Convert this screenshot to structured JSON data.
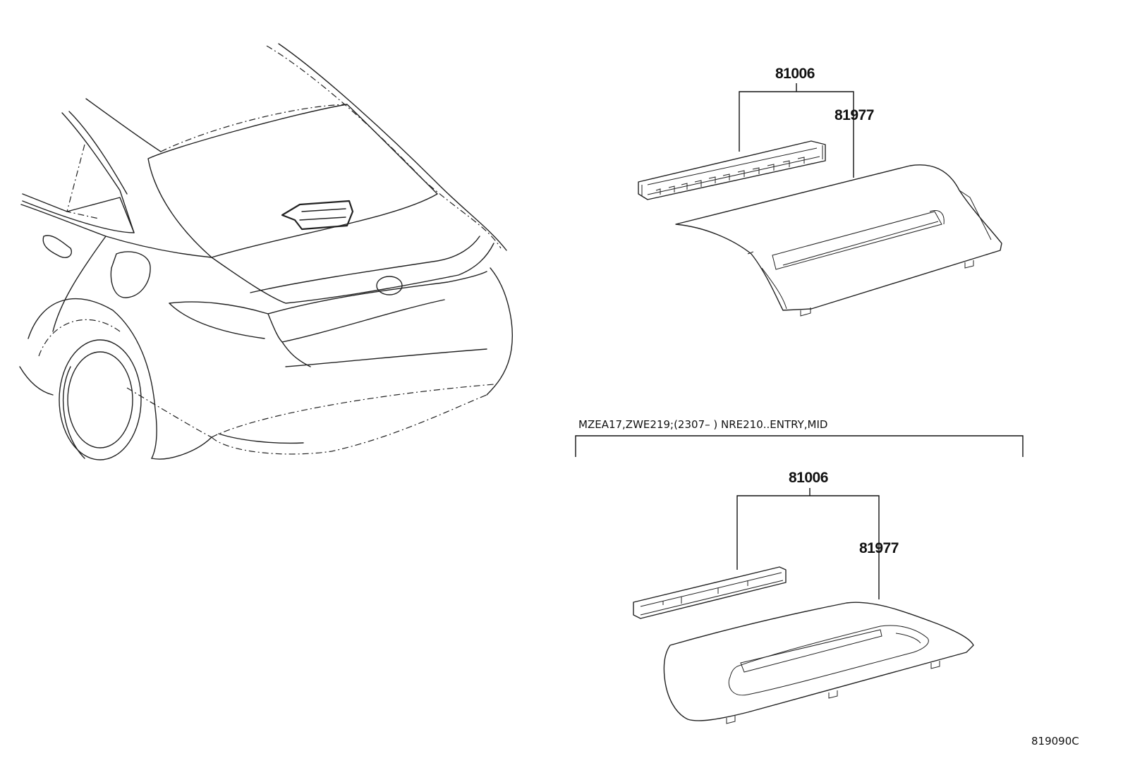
{
  "upper_group": {
    "part_assembly": "81006",
    "part_cover": "81977"
  },
  "lower_group": {
    "applicability_note": "MZEA17,ZWE219;(2307–         ) NRE210..ENTRY,MID",
    "part_assembly": "81006",
    "part_cover": "81977"
  },
  "illustration_id": "819090C",
  "icons": [
    "vehicle-rear-view",
    "high-mount-stop-lamp-assembly",
    "stop-lamp-cover"
  ]
}
